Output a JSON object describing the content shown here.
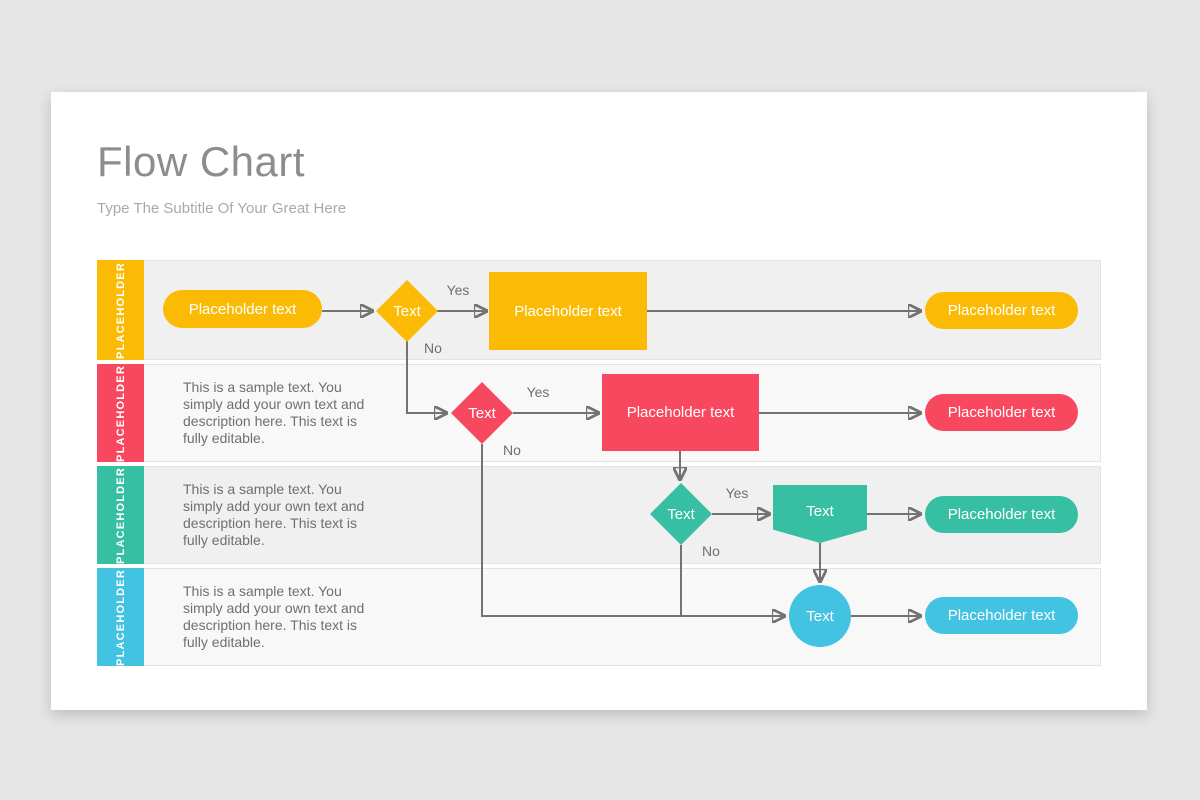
{
  "slide": {
    "title": "Flow Chart",
    "subtitle": "Type The Subtitle Of Your Great Here"
  },
  "colors": {
    "yellow": "#FBBB05",
    "pink": "#F8485F",
    "teal": "#36BFA2",
    "cyan": "#41C3E1",
    "connector": "#737373",
    "row_dark": "#F0F0F0",
    "row_light": "#F8F8F8"
  },
  "rows": [
    {
      "tab": "PLACEHOLDER",
      "start": "Placeholder text",
      "decision": "Text",
      "yes": "Yes",
      "no": "No",
      "process": "Placeholder text",
      "end": "Placeholder text"
    },
    {
      "tab": "PLACEHOLDER",
      "description": "This is a sample text. You simply add your own text and description here. This text is fully editable.",
      "decision": "Text",
      "yes": "Yes",
      "no": "No",
      "process": "Placeholder text",
      "end": "Placeholder text"
    },
    {
      "tab": "PLACEHOLDER",
      "description": "This is a sample text. You simply add your own text and description here. This text is fully editable.",
      "decision": "Text",
      "yes": "Yes",
      "no": "No",
      "process": "Text",
      "end": "Placeholder text"
    },
    {
      "tab": "PLACEHOLDER",
      "description": "This is a sample text. You simply add your own text and description here. This text is fully editable.",
      "terminal": "Text",
      "end": "Placeholder text"
    }
  ]
}
